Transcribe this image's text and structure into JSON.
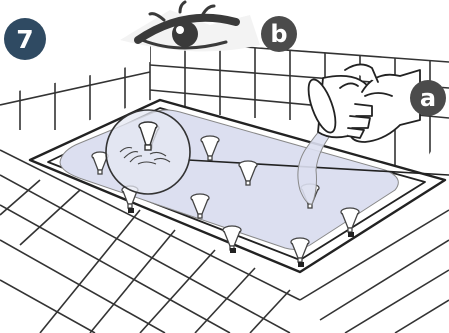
{
  "step_number": "7",
  "callouts": {
    "a": "a",
    "b": "b"
  },
  "icons": [
    "eye-icon",
    "hand-pouring-cup-icon",
    "magnifier-lens-icon",
    "bathtub-jet-nozzle-icon"
  ],
  "colors": {
    "step_badge": "#2f4a62",
    "callout_badge": "#4b4b4b",
    "water": "#dcdff0",
    "line": "#222222"
  }
}
